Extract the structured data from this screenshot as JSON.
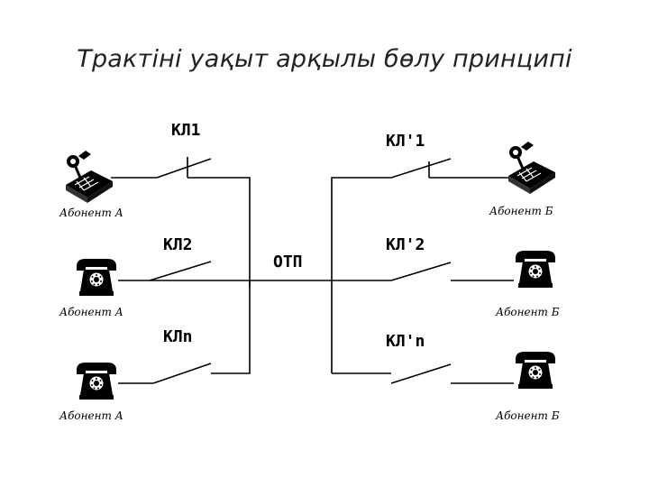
{
  "title": "Трактіні уақыт арқылы бөлу принципі",
  "center_label": "ОТП",
  "left": {
    "switches": [
      "КЛ1",
      "КЛ2",
      "КЛn"
    ],
    "subscribers": [
      "Абонент А",
      "Абонент А",
      "Абонент А"
    ]
  },
  "right": {
    "switches": [
      "КЛ'1",
      "КЛ'2",
      "КЛ'n"
    ],
    "subscribers": [
      "Абонент Б",
      "Абонент Б",
      "Абонент Б"
    ]
  },
  "icons": {
    "left": [
      "desk-phone-with-mic-icon",
      "telephone-icon",
      "telephone-icon"
    ],
    "right": [
      "desk-phone-with-mic-icon",
      "telephone-icon",
      "telephone-icon"
    ]
  }
}
